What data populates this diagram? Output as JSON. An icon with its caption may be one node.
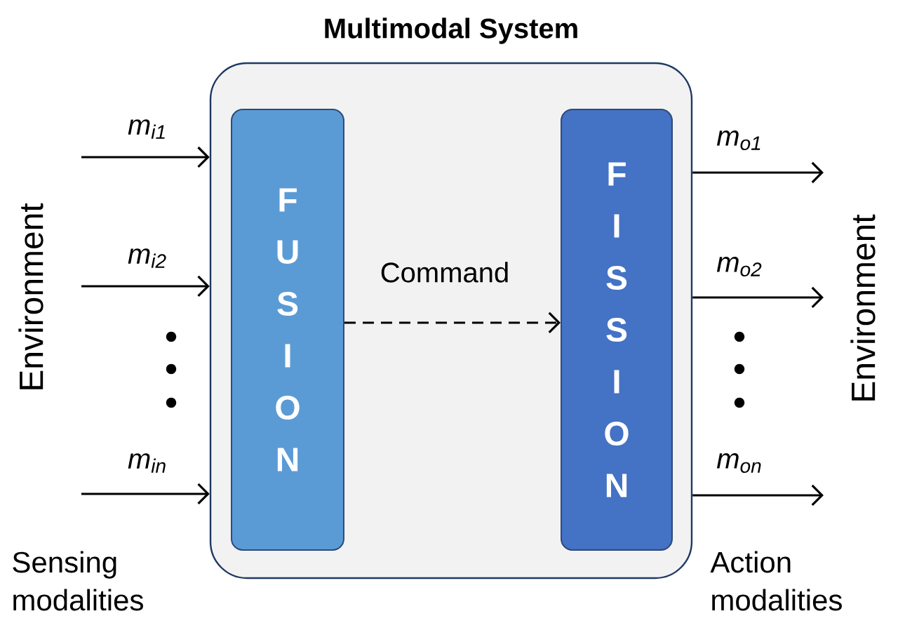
{
  "diagram": {
    "nodes": [
      {
        "text": [
          "Multimodal System"
        ]
      },
      {
        "text": [
          "FUSION"
        ],
        "in": 0
      },
      {
        "text": [
          "FISSION"
        ],
        "in": 0
      }
    ],
    "edges": [
      {
        "from": null,
        "to": 0,
        "arrow": "to",
        "label": "m$_{i1}$"
      },
      {
        "from": null,
        "to": 0,
        "arrow": "to",
        "label": "m$_{i2}$"
      },
      {
        "from": null,
        "to": 0,
        "arrow": "to",
        "label": "m$_{in}$"
      },
      {
        "from": 1,
        "to": 2,
        "arrow": "to",
        "label": "Command",
        "style": "dashed"
      },
      {
        "from": 0,
        "to": null,
        "arrow": "to",
        "label": "m$_{o1}$"
      },
      {
        "from": 0,
        "to": null,
        "arrow": "to",
        "label": "m$_{o2}$"
      },
      {
        "from": 0,
        "to": null,
        "arrow": "to",
        "label": "m$_{on}$"
      }
    ],
    "labels": [
      "Environment",
      "Sensing modalities",
      "Environment",
      "Action modalities"
    ]
  }
}
